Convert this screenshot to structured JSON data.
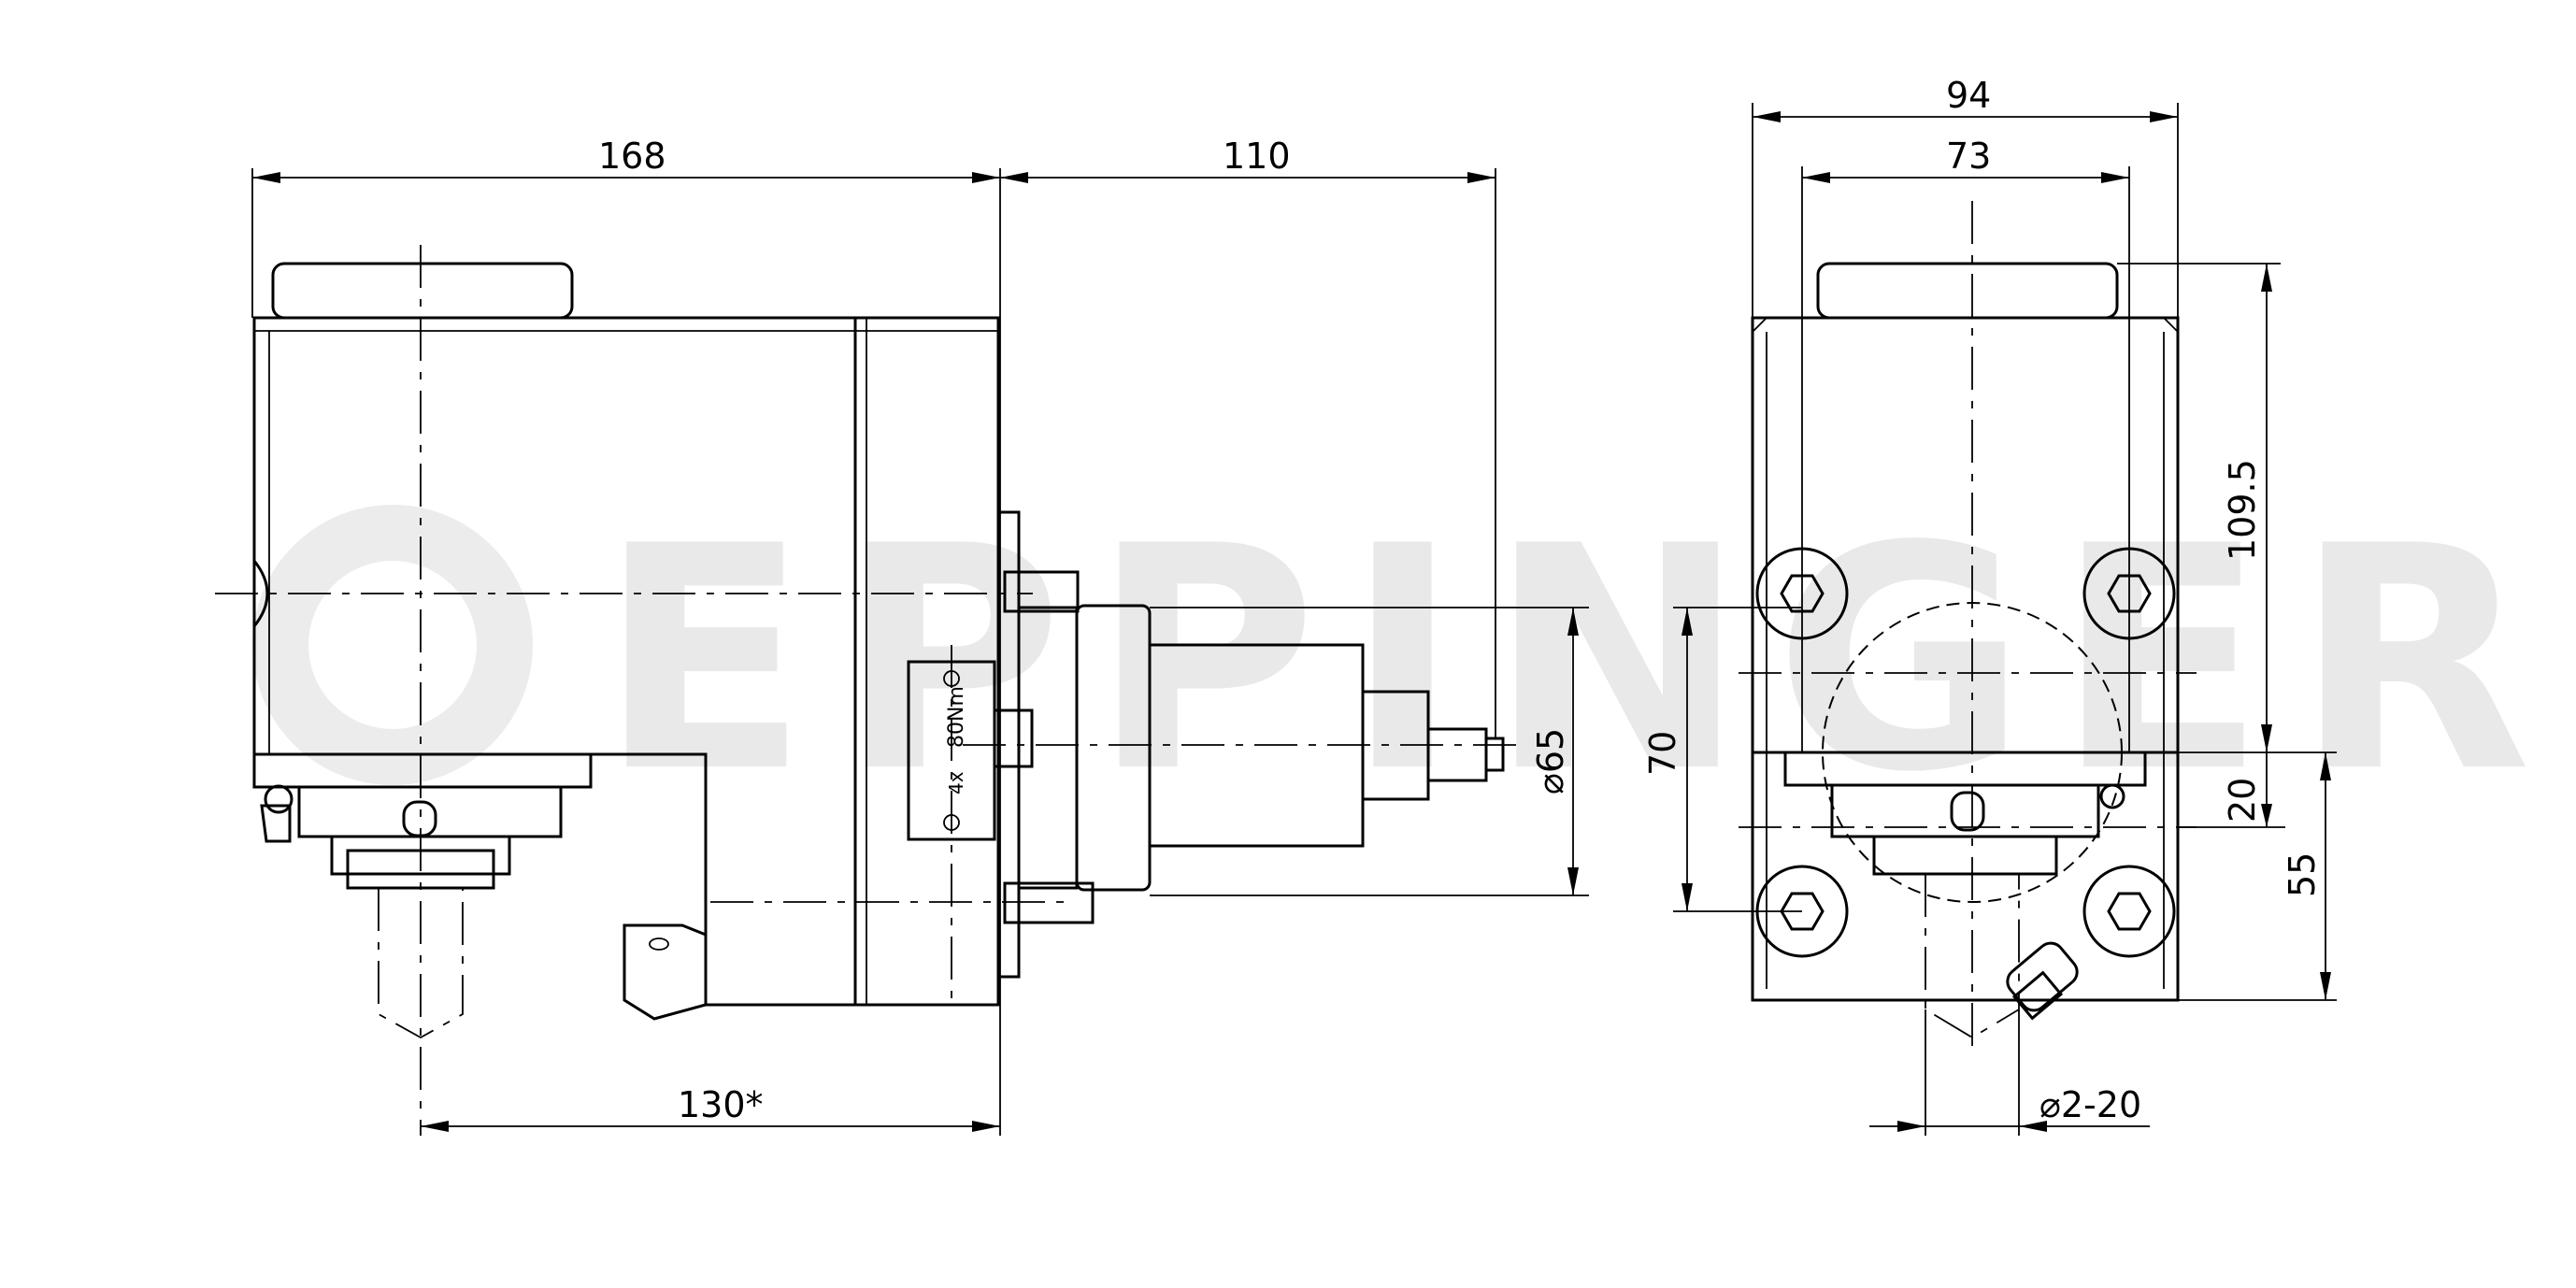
{
  "watermark": "EPPINGER",
  "side_view": {
    "dim_total_length": "168",
    "dim_shank_offset": "110",
    "dim_spindle_diameter": "⌀65",
    "dim_center_to_face": "130*",
    "nameplate_text": "80Nm",
    "nameplate_sub": "4x"
  },
  "front_view": {
    "dim_outer_width": "94",
    "dim_inner_width": "73",
    "dim_height": "109.5",
    "dim_bolt_spacing": "70",
    "dim_collar": "20",
    "dim_bottom": "55",
    "dim_clamp_range": "⌀2-20"
  }
}
